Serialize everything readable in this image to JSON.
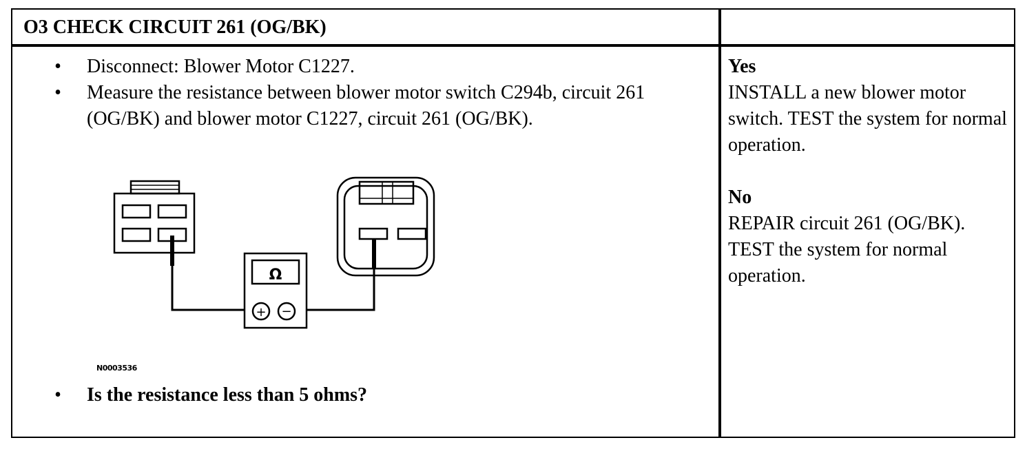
{
  "header": {
    "title": "O3 CHECK CIRCUIT 261 (OG/BK)",
    "result_header": ""
  },
  "steps": [
    "Disconnect: Blower Motor C1227.",
    "Measure the resistance between blower motor switch C294b, circuit 261 (OG/BK) and blower motor C1227, circuit 261 (OG/BK)."
  ],
  "figure": {
    "meter_symbol": "Ω",
    "plus_symbol": "+",
    "minus_symbol": "−",
    "figure_id": "N0003536"
  },
  "question": "Is the resistance less than 5 ohms?",
  "results": {
    "yes": {
      "label": "Yes",
      "text": "INSTALL a new blower motor switch. TEST the system for normal operation."
    },
    "no": {
      "label": "No",
      "text": "REPAIR circuit 261 (OG/BK). TEST the system for normal operation."
    }
  },
  "icons": {
    "bullet": "bullet-icon"
  }
}
